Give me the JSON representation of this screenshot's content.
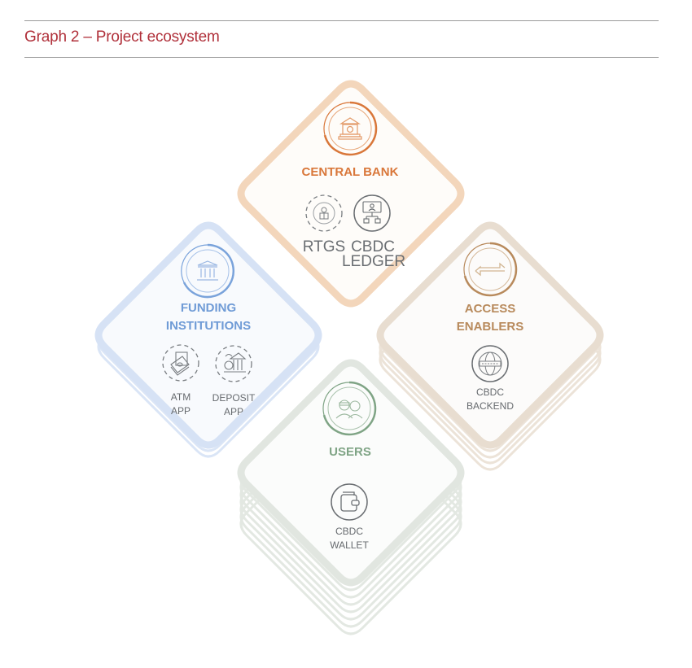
{
  "header": {
    "title": "Graph 2 – Project ecosystem"
  },
  "colors": {
    "title": "#b0303a",
    "central_bank": "#d9773a",
    "central_bank_border": "#f3d6bb",
    "funding_institutions": "#6f9bd6",
    "funding_institutions_border": "#d6e2f5",
    "access_enablers": "#b88a5c",
    "access_enablers_border": "#e8ddd0",
    "users": "#7fa485",
    "users_border": "#e1e6e0",
    "component_icon": "#6a6e72"
  },
  "nodes": {
    "central_bank": {
      "label": "CENTRAL BANK",
      "icon": "bank-building-icon",
      "stack_layers": 0,
      "components": [
        {
          "label_line1": "RTGS",
          "label_line2": "",
          "icon": "rtgs-exchange-icon"
        },
        {
          "label_line1": "CBDC",
          "label_line2": "LEDGER",
          "icon": "ledger-network-icon"
        }
      ]
    },
    "funding_institutions": {
      "label_line1": "FUNDING",
      "label_line2": "INSTITUTIONS",
      "icon": "institution-columns-icon",
      "stack_layers": 2,
      "components": [
        {
          "label_line1": "ATM",
          "label_line2": "APP",
          "icon": "atm-cash-icon"
        },
        {
          "label_line1": "DEPOSIT",
          "label_line2": "APP",
          "icon": "deposit-bank-icon"
        }
      ]
    },
    "access_enablers": {
      "label_line1": "ACCESS",
      "label_line2": "ENABLERS",
      "icon": "exchange-arrows-icon",
      "stack_layers": 4,
      "components": [
        {
          "label_line1": "CBDC",
          "label_line2": "BACKEND",
          "icon": "globe-server-icon"
        }
      ]
    },
    "users": {
      "label": "USERS",
      "icon": "users-people-icon",
      "stack_layers": 7,
      "components": [
        {
          "label_line1": "CBDC",
          "label_line2": "WALLET",
          "icon": "wallet-icon"
        }
      ]
    }
  }
}
